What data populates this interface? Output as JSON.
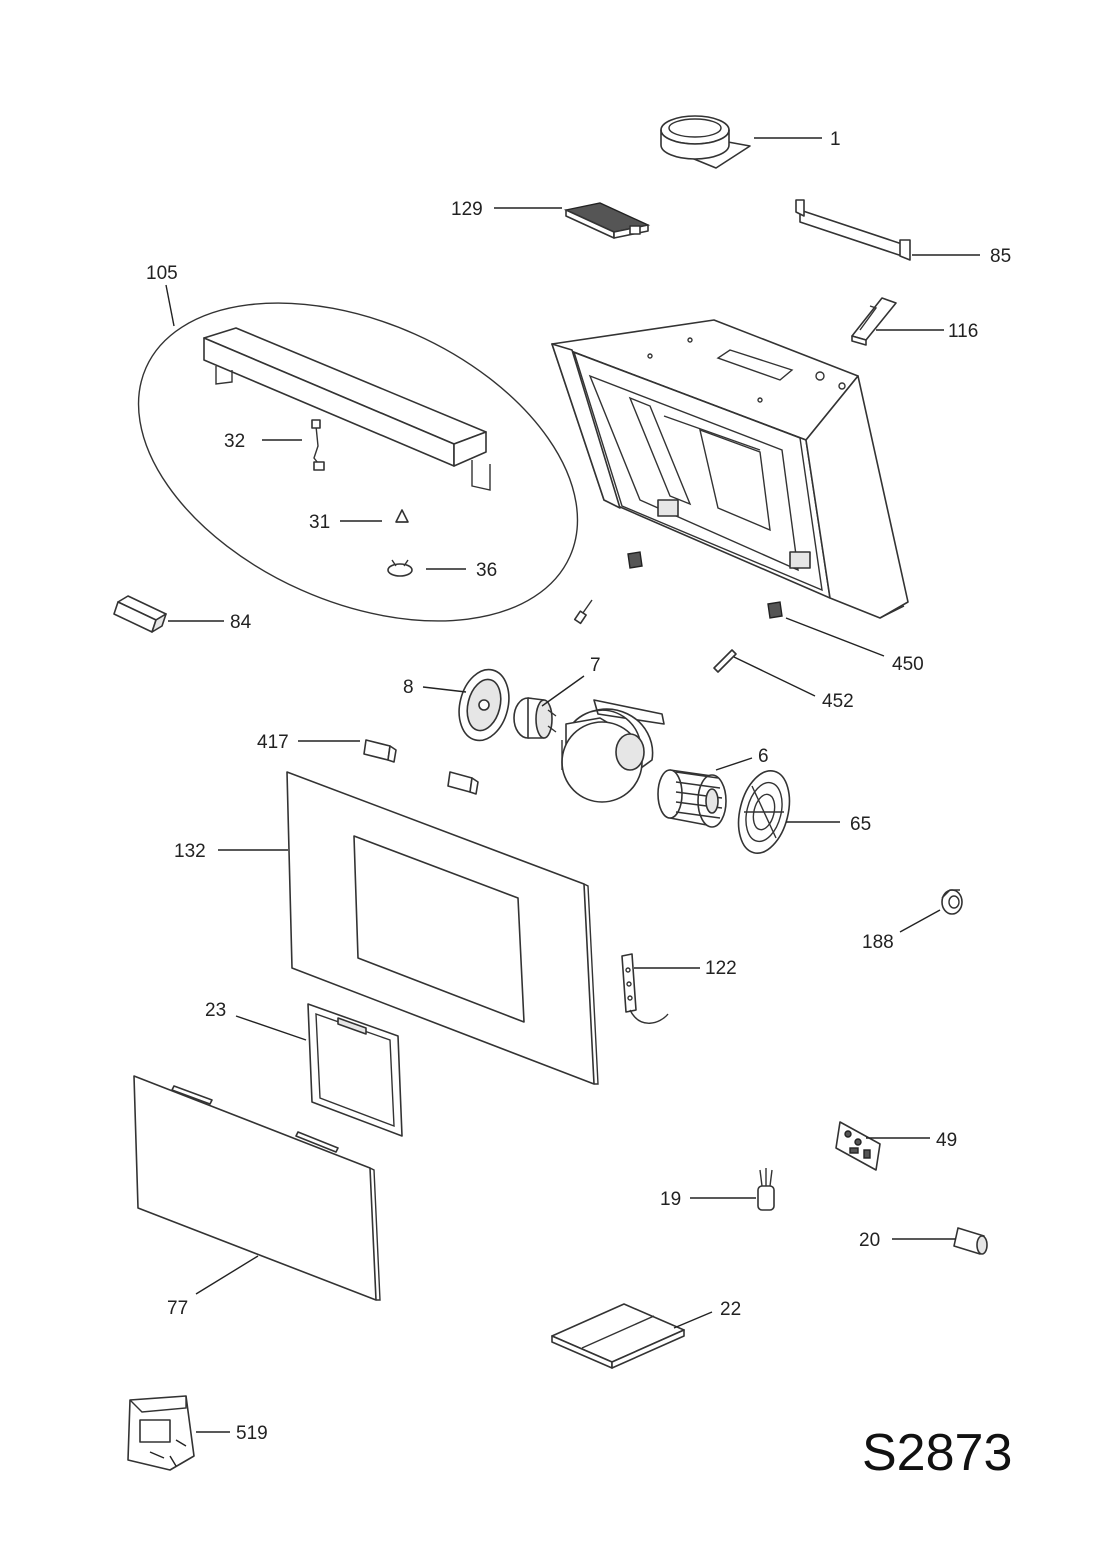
{
  "diagram_code": "S2873",
  "callouts": {
    "c1": "1",
    "c6": "6",
    "c7": "7",
    "c8": "8",
    "c19": "19",
    "c20": "20",
    "c22": "22",
    "c23": "23",
    "c31": "31",
    "c32": "32",
    "c36": "36",
    "c49": "49",
    "c65": "65",
    "c77": "77",
    "c84": "84",
    "c85": "85",
    "c105": "105",
    "c116": "116",
    "c122": "122",
    "c129": "129",
    "c132": "132",
    "c188": "188",
    "c417": "417",
    "c450": "450",
    "c452": "452",
    "c519": "519"
  }
}
